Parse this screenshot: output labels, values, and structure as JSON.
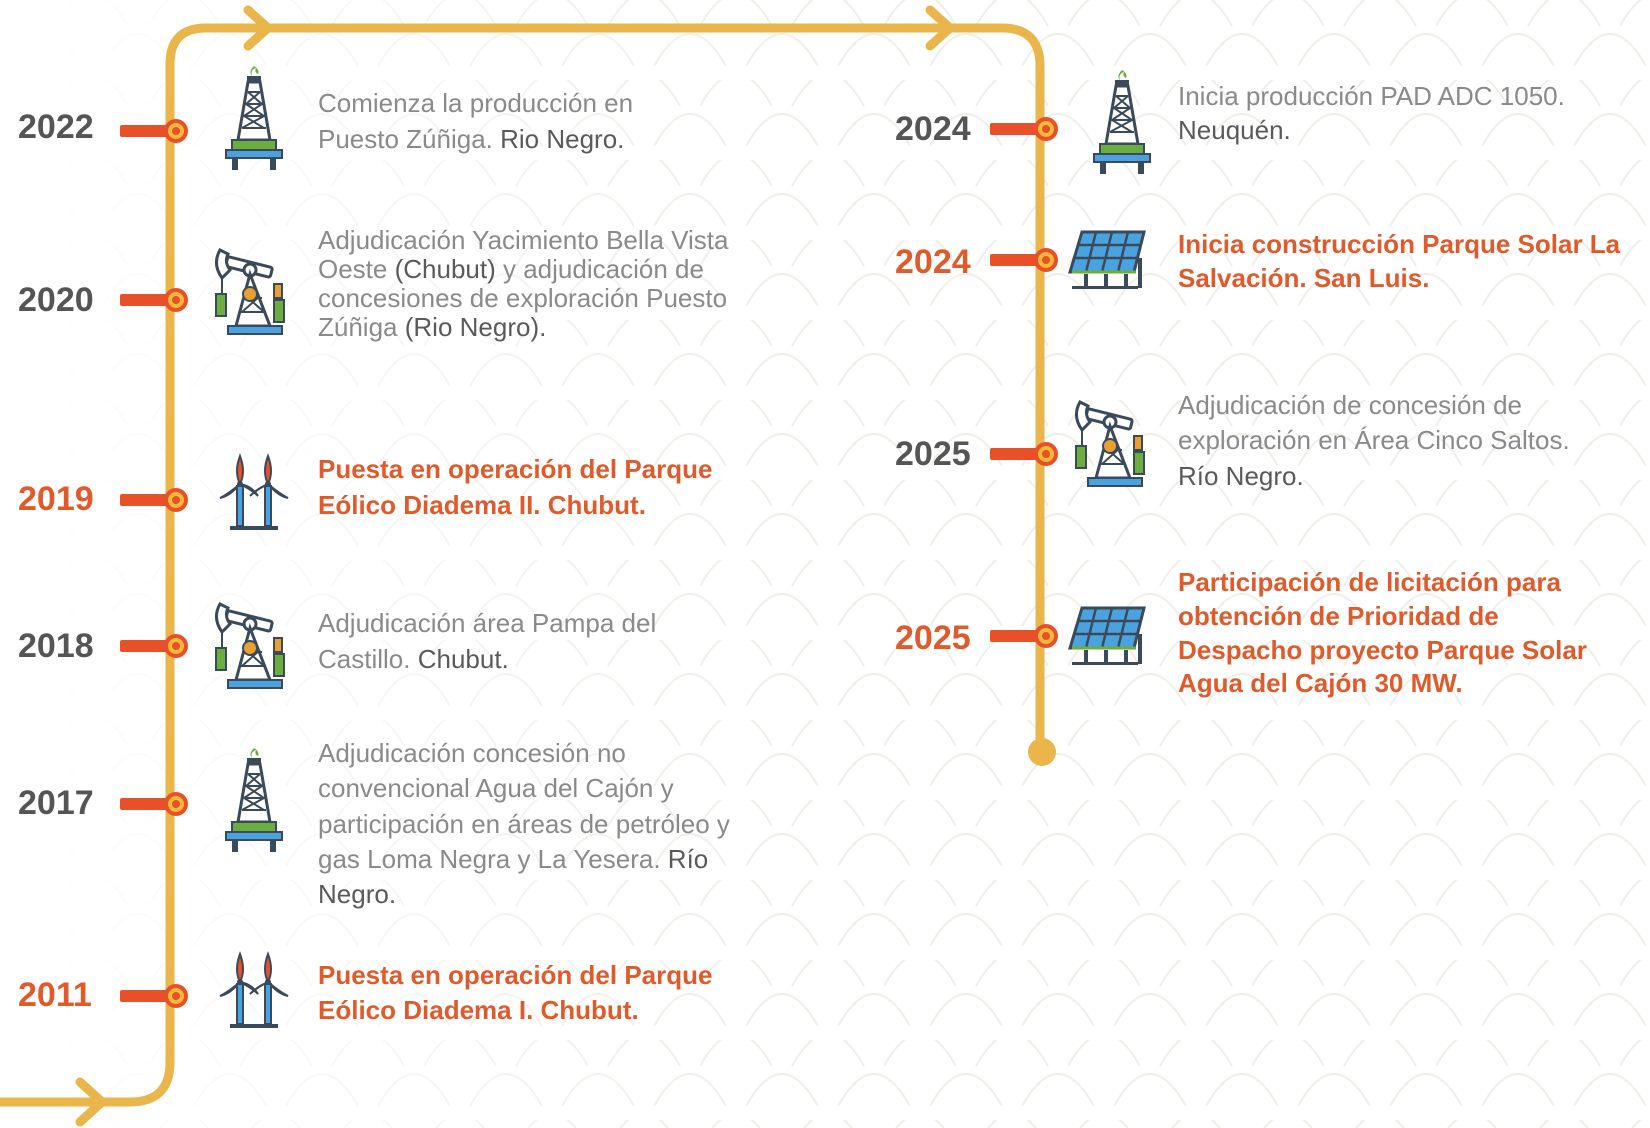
{
  "colors": {
    "timeline": "#eab54a",
    "connector": "#e8502a",
    "year_gray": "#555555",
    "year_orange": "#e05a2b",
    "text_gray": "#8a8a8a",
    "text_dark": "#5a5a5a",
    "highlight": "#e05a2b"
  },
  "events": [
    {
      "year": "2022",
      "year_style": "gray",
      "icon": "oil-derrick-icon",
      "text": "Comienza la producción en Puesto Zúñiga.",
      "place": "Rio Negro.",
      "highlight": false
    },
    {
      "year": "2020",
      "year_style": "gray",
      "icon": "pumpjack-icon",
      "text": "Adjudicación Yacimiento Bella Vista Oeste",
      "place": "(Chubut)",
      "text2": "y adjudicación de concesiones de exploración Puesto Zúñiga",
      "place2": "(Rio Negro).",
      "highlight": false
    },
    {
      "year": "2019",
      "year_style": "orange",
      "icon": "wind-turbine-icon",
      "text": "Puesta en operación del Parque Eólico Diadema II. Chubut.",
      "highlight": true
    },
    {
      "year": "2018",
      "year_style": "gray",
      "icon": "pumpjack-icon",
      "text": "Adjudicación área Pampa del Castillo.",
      "place": "Chubut.",
      "highlight": false
    },
    {
      "year": "2017",
      "year_style": "gray",
      "icon": "oil-derrick-icon",
      "text": "Adjudicación concesión no convencional Agua del Cajón y participación en áreas de petróleo y gas Loma Negra y La Yesera.",
      "place": "Río Negro.",
      "highlight": false
    },
    {
      "year": "2011",
      "year_style": "orange",
      "icon": "wind-turbine-icon",
      "text": "Puesta en operación del Parque Eólico Diadema I. Chubut.",
      "highlight": true
    },
    {
      "year": "2024",
      "year_style": "gray",
      "icon": "oil-derrick-icon",
      "text": "Inicia producción PAD ADC 1050.",
      "place": "Neuquén.",
      "highlight": false
    },
    {
      "year": "2024",
      "year_style": "orange",
      "icon": "solar-panel-icon",
      "text": "Inicia construcción Parque Solar La Salvación. San Luis.",
      "highlight": true
    },
    {
      "year": "2025",
      "year_style": "gray",
      "icon": "pumpjack-icon",
      "text": "Adjudicación de concesión de exploración en Área Cinco Saltos.",
      "place": "Río Negro.",
      "highlight": false
    },
    {
      "year": "2025",
      "year_style": "orange",
      "icon": "solar-panel-icon",
      "text": "Participación de licitación para obtención de Prioridad de Despacho proyecto Parque Solar Agua del Cajón 30 MW.",
      "highlight": true
    }
  ]
}
